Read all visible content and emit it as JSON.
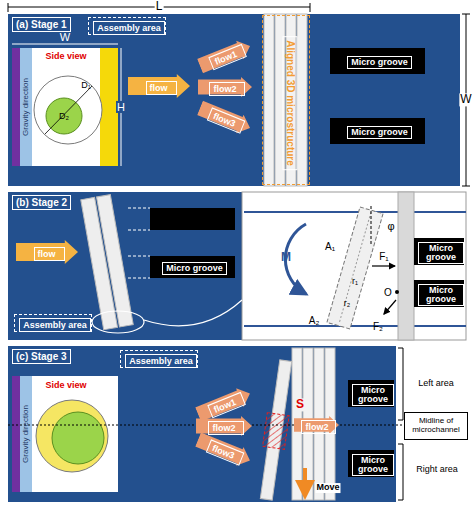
{
  "diagram": {
    "nodes": [
      {
        "text": [
          "(a) Stage 1"
        ]
      },
      {
        "text": [
          "Assembly area"
        ],
        "in": 0
      },
      {
        "text": [
          "flow"
        ],
        "in": 0
      },
      {
        "text": [
          "flow1"
        ],
        "in": 0
      },
      {
        "text": [
          "flow2"
        ],
        "in": 0
      },
      {
        "text": [
          "flow3"
        ],
        "in": 0
      },
      {
        "text": [
          "Aligned 3D microstructure"
        ],
        "in": 0
      },
      {
        "text": [
          "Micro groove"
        ],
        "in": 0
      },
      {
        "text": [
          "Micro groove"
        ],
        "in": 0
      },
      {
        "text": [
          "(b) Stage 2"
        ]
      },
      {
        "text": [
          "flow"
        ],
        "in": 9
      },
      {
        "text": [
          "Micro groove"
        ],
        "in": 9
      },
      {
        "text": [
          "Assembly area"
        ],
        "in": 9
      },
      {
        "text": [
          "Micro groove"
        ],
        "in": 9
      },
      {
        "text": [
          "Micro groove"
        ],
        "in": 9
      },
      {
        "text": [
          "(c) Stage 3"
        ]
      },
      {
        "text": [
          "Assembly area"
        ],
        "in": 15
      },
      {
        "text": [
          "flow1"
        ],
        "in": 15
      },
      {
        "text": [
          "flow2"
        ],
        "in": 15
      },
      {
        "text": [
          "flow3"
        ],
        "in": 15
      },
      {
        "text": [
          "flow2"
        ],
        "in": 15
      },
      {
        "text": [
          "Micro groove"
        ],
        "in": 15
      },
      {
        "text": [
          "Micro groove"
        ],
        "in": 15
      },
      {
        "text": [
          "Midline of microchannel"
        ]
      }
    ],
    "labels": [
      "L",
      "W",
      "D₁",
      "D₂",
      "Side view",
      "Gravity direction",
      "H",
      "W",
      "φ",
      "M",
      "A₁",
      "F₁",
      "r₁",
      "r₂",
      "O",
      "F₂",
      "A₂",
      "Side view",
      "Gravity direction",
      "S",
      "Move",
      "Left area",
      "Right area"
    ]
  }
}
